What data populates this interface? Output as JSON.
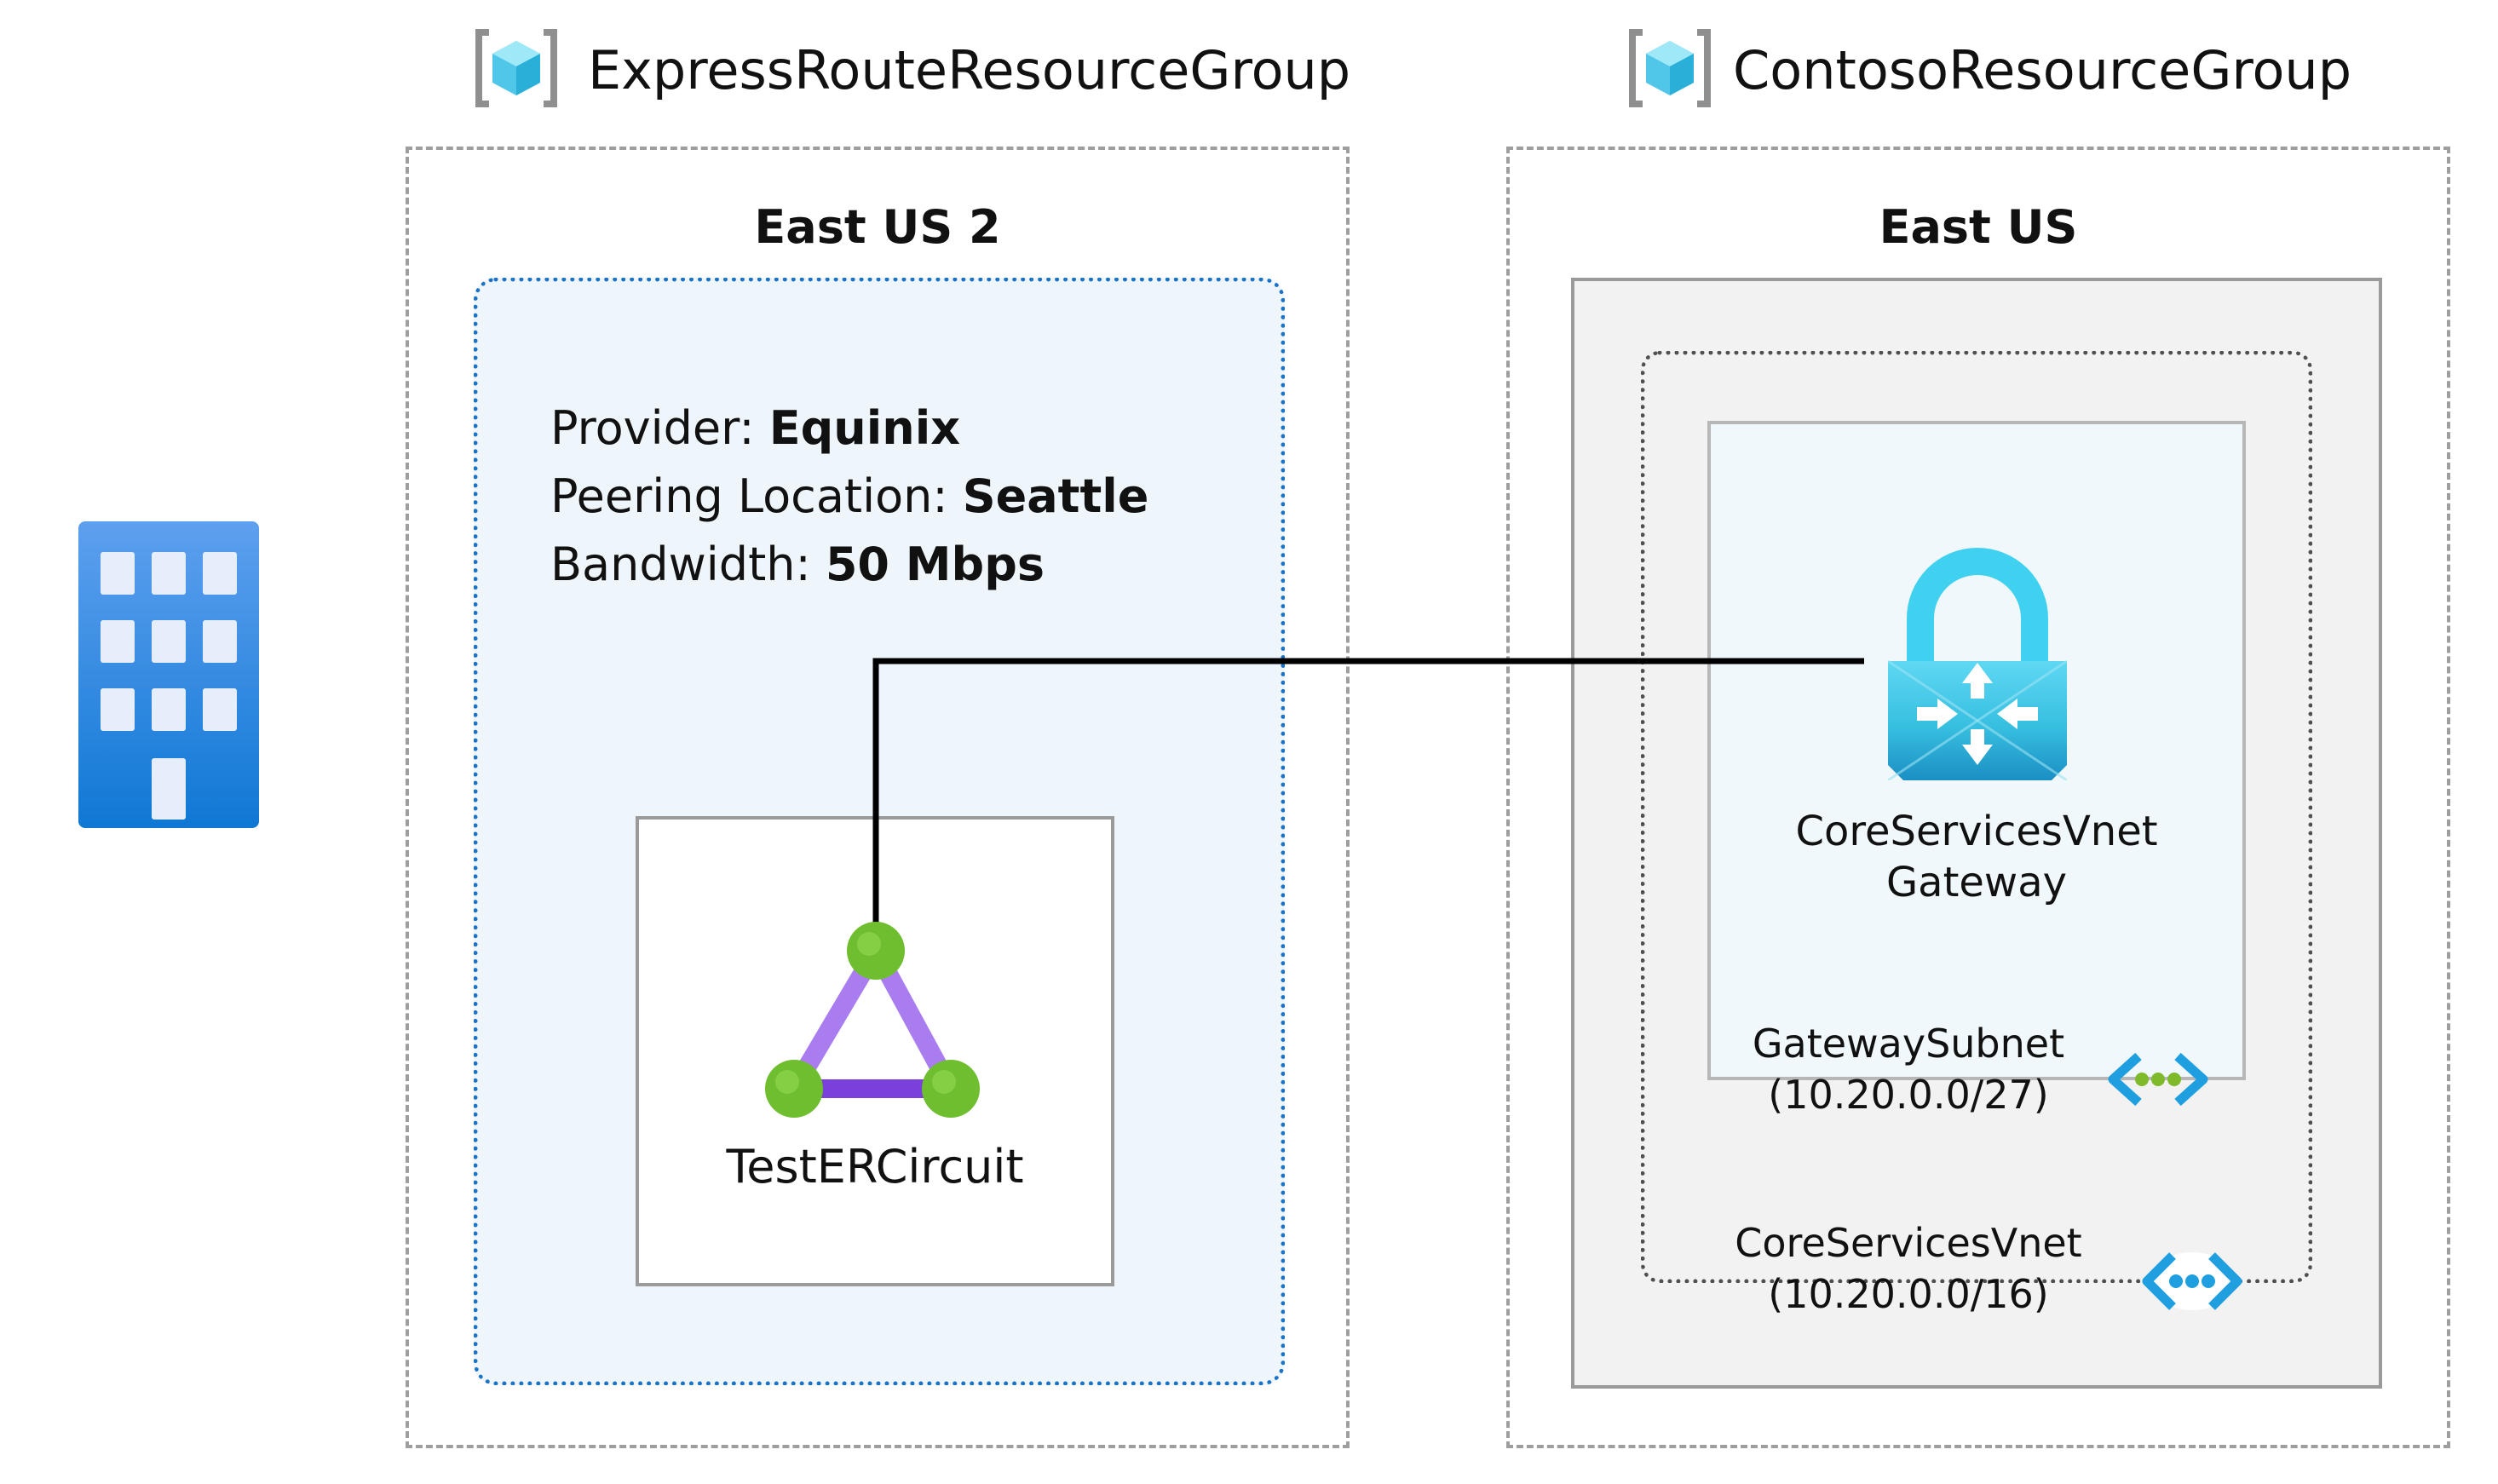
{
  "resource_groups": [
    {
      "name": "ExpressRouteResourceGroup",
      "icon": "resource-group-icon"
    },
    {
      "name": "ContosoResourceGroup",
      "icon": "resource-group-icon"
    }
  ],
  "regions": {
    "left": "East US 2",
    "right": "East US"
  },
  "circuit_info": {
    "provider_label": "Provider:",
    "provider_value": "Equinix",
    "peering_label": "Peering Location:",
    "peering_value": "Seattle",
    "bandwidth_label": "Bandwidth:",
    "bandwidth_value": "50 Mbps"
  },
  "circuit": {
    "name": "TestERCircuit",
    "icon": "expressroute-circuit-icon"
  },
  "gateway": {
    "name_line1": "CoreServicesVnet",
    "name_line2": "Gateway",
    "icon": "vpn-gateway-icon"
  },
  "subnet": {
    "name": "GatewaySubnet",
    "cidr": "(10.20.0.0/27)",
    "icon": "subnet-icon"
  },
  "vnet": {
    "name": "CoreServicesVnet",
    "cidr": "(10.20.0.0/16)",
    "icon": "virtual-network-icon"
  },
  "on_premises": {
    "icon": "building-icon"
  },
  "colors": {
    "region_blue_fill": "#eef5fb",
    "region_blue_border": "#1a73c7",
    "gray_fill": "#f2f2f2",
    "subnet_fill": "#f0f8fb",
    "connection_line": "#000000"
  }
}
